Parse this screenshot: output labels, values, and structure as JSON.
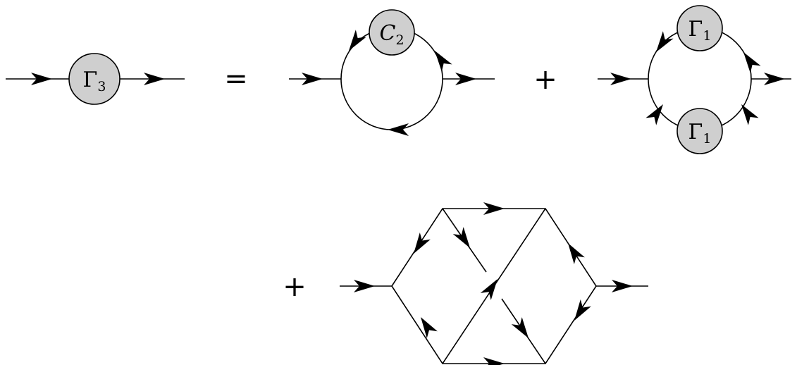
{
  "equation": {
    "lhs": {
      "symbol": "Γ",
      "subscript": "3"
    },
    "equals": "=",
    "plus": "+",
    "term1": {
      "blob": {
        "symbol": "C",
        "subscript": "2"
      }
    },
    "term2": {
      "top_blob": {
        "symbol": "Γ",
        "subscript": "1"
      },
      "bottom_blob": {
        "symbol": "Γ",
        "subscript": "1"
      }
    },
    "term3_plus": "+"
  }
}
